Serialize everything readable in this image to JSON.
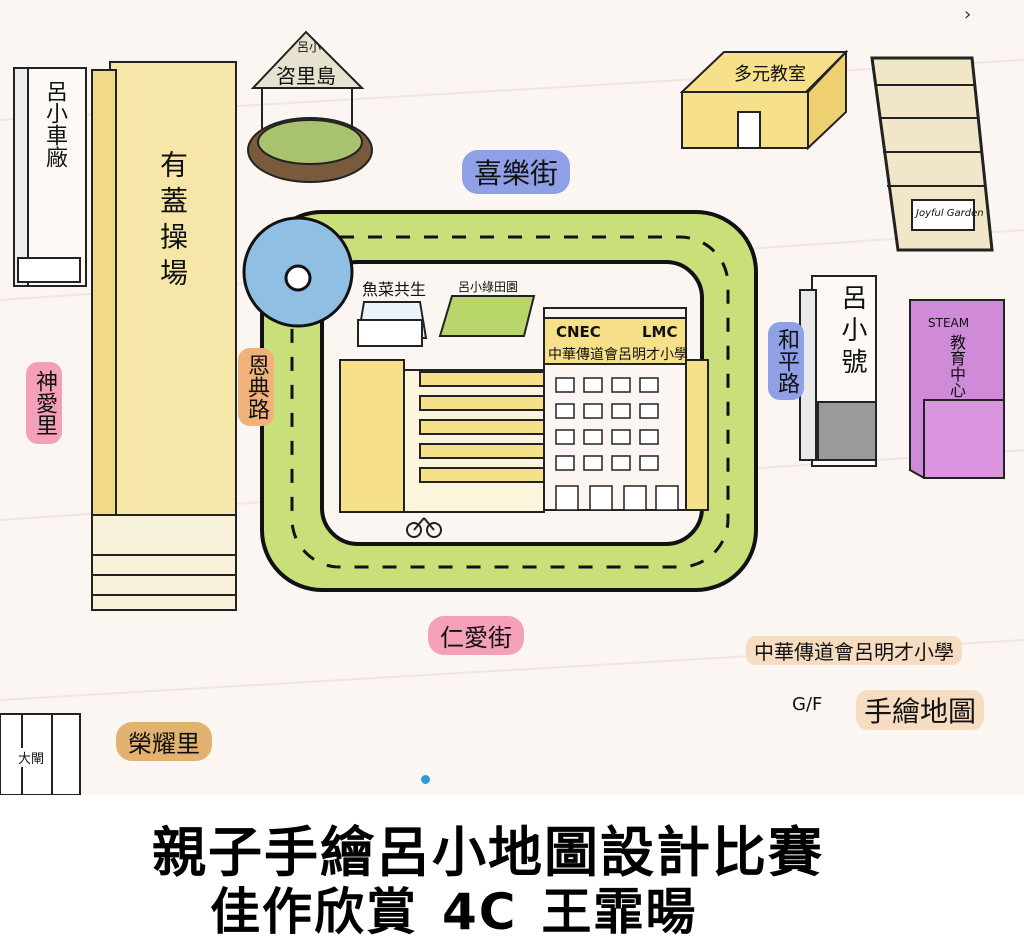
{
  "map": {
    "colors": {
      "paper": "#fbf6f1",
      "road": "#c9e07a",
      "roundabout": "#8fc0e3",
      "building_yellow": "#f6e08a",
      "steam_purple": "#cf8ad8",
      "label_blue": "#8fa0e6",
      "label_pink": "#f3a0b8",
      "label_orange": "#f0b27a"
    },
    "buildings": {
      "bus_garage": "呂小車廠",
      "covered_playground": "有蓋操場",
      "pavilion_top": "呂小",
      "pavilion": "咨里島",
      "multi_classroom": "多元教室",
      "garden_sign": "Joyful Garden",
      "fish_veg": "魚菜共生",
      "farm_sign": "呂小綠田園",
      "school_name_en_1": "CNEC",
      "school_name_en_2": "LMC",
      "school_name": "中華傳道會呂明才小學",
      "lui_bus": "呂小號",
      "steam_en": "STEAM",
      "steam_cn": "教育中心",
      "building_tag": "大閘"
    },
    "roads": {
      "hei_lok": "喜樂街",
      "yan_dian": "恩典路",
      "wo_ping": "和平路",
      "yan_oi": "仁愛街",
      "sun_oi": "神愛里",
      "wing_yiu": "榮耀里"
    },
    "legend": {
      "school": "中華傳道會呂明才小學",
      "floor": "G/F",
      "title": "手繪地圖"
    }
  },
  "caption": {
    "title": "親子手繪呂小地圖設計比賽",
    "subtitle_prefix": "佳作欣賞",
    "class": "4C",
    "student": "王霏暘"
  }
}
